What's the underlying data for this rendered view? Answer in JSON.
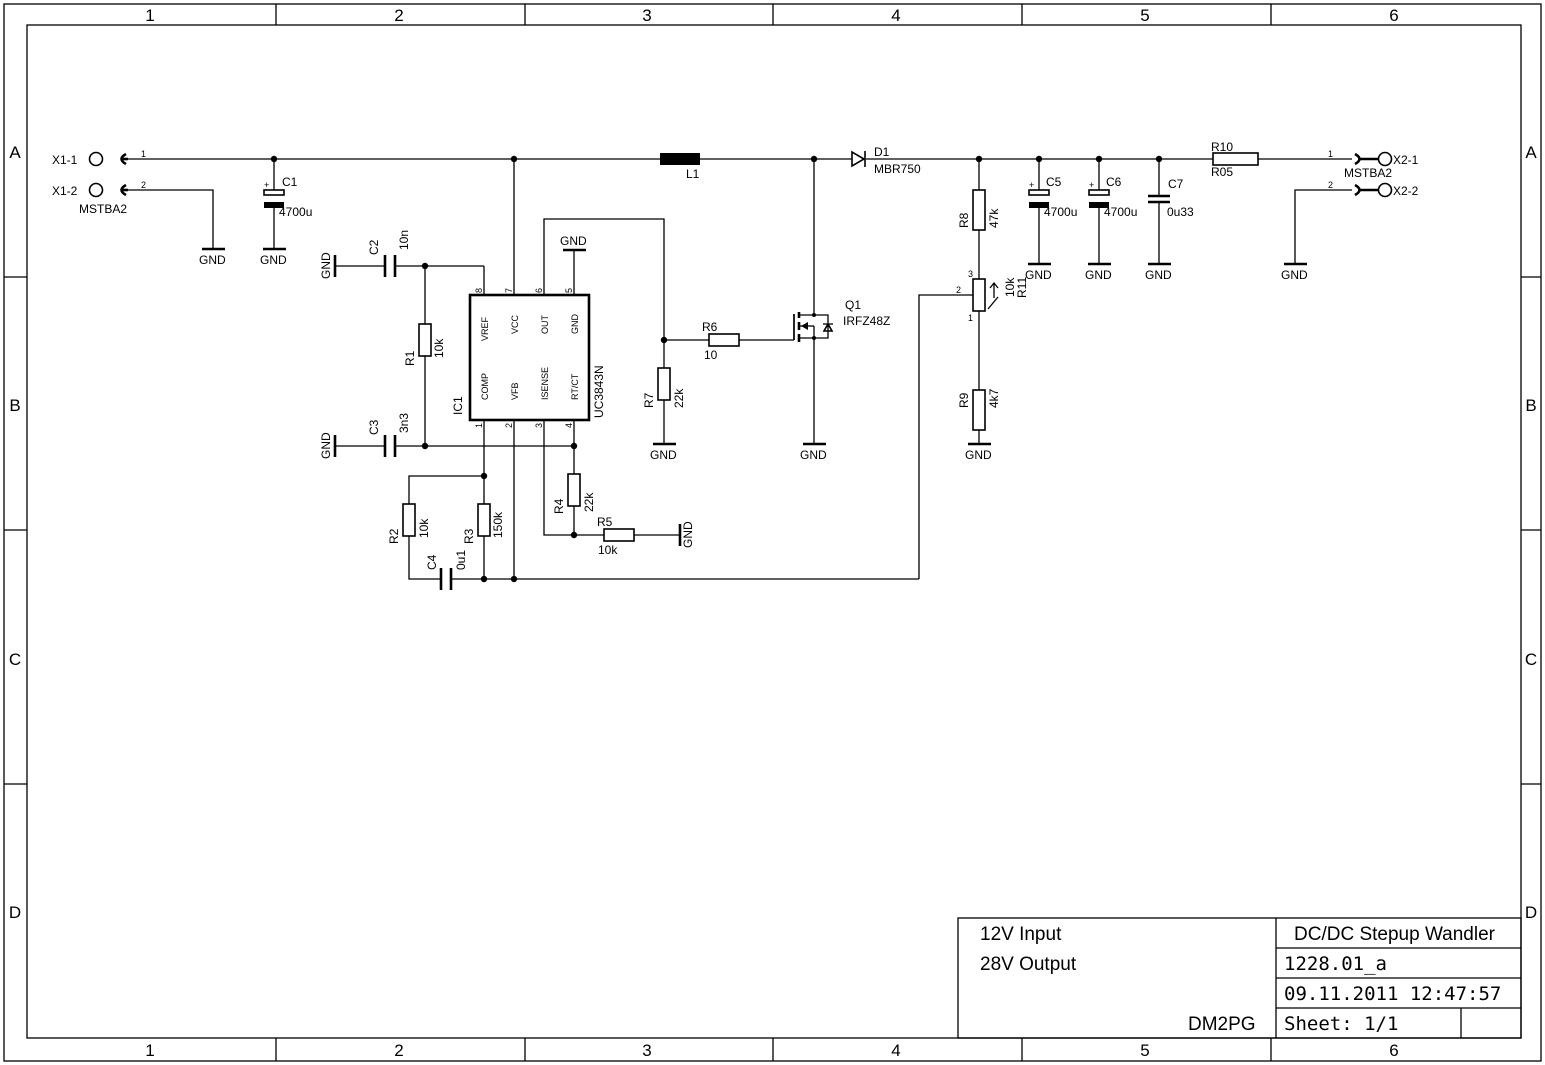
{
  "frame": {
    "columns": [
      "1",
      "2",
      "3",
      "4",
      "5",
      "6"
    ],
    "rows": [
      "A",
      "B",
      "C",
      "D"
    ]
  },
  "title_block": {
    "note1": "12V Input",
    "note2": "28V Output",
    "author": "DM2PG",
    "title": "DC/DC Stepup Wandler",
    "doc_number": "1228.01_a",
    "datetime": "09.11.2011 12:47:57",
    "sheet": "Sheet: 1/1"
  },
  "connectors": {
    "x1_1": "X1-1",
    "x1_2": "X1-2",
    "x1_type": "MSTBA2",
    "x2_1": "X2-1",
    "x2_2": "X2-2",
    "x2_type": "MSTBA2",
    "pin1": "1",
    "pin2": "2"
  },
  "gnd": "GND",
  "ic": {
    "name": "IC1",
    "part": "UC3843N",
    "pins_top": [
      {
        "num": "8",
        "label": "VREF"
      },
      {
        "num": "7",
        "label": "VCC"
      },
      {
        "num": "6",
        "label": "OUT"
      },
      {
        "num": "5",
        "label": "GND"
      }
    ],
    "pins_bottom": [
      {
        "num": "1",
        "label": "COMP"
      },
      {
        "num": "2",
        "label": "VFB"
      },
      {
        "num": "3",
        "label": "ISENSE"
      },
      {
        "num": "4",
        "label": "RT/CT"
      }
    ]
  },
  "components": {
    "C1": {
      "name": "C1",
      "value": "4700u"
    },
    "C2": {
      "name": "C2",
      "value": "10n"
    },
    "C3": {
      "name": "C3",
      "value": "3n3"
    },
    "C4": {
      "name": "C4",
      "value": "0u1"
    },
    "C5": {
      "name": "C5",
      "value": "4700u"
    },
    "C6": {
      "name": "C6",
      "value": "4700u"
    },
    "C7": {
      "name": "C7",
      "value": "0u33"
    },
    "R1": {
      "name": "R1",
      "value": "10k"
    },
    "R2": {
      "name": "R2",
      "value": "10k"
    },
    "R3": {
      "name": "R3",
      "value": "150k"
    },
    "R4": {
      "name": "R4",
      "value": "22k"
    },
    "R5": {
      "name": "R5",
      "value": "10k"
    },
    "R6": {
      "name": "R6",
      "value": "10"
    },
    "R7": {
      "name": "R7",
      "value": "22k"
    },
    "R8": {
      "name": "R8",
      "value": "47k"
    },
    "R9": {
      "name": "R9",
      "value": "4k7"
    },
    "R10": {
      "name": "R10",
      "value": "R05"
    },
    "R11": {
      "name": "R11",
      "value": "10k",
      "pin1": "1",
      "pin2": "2",
      "pin3": "3"
    },
    "L1": {
      "name": "L1"
    },
    "D1": {
      "name": "D1",
      "value": "MBR750"
    },
    "Q1": {
      "name": "Q1",
      "value": "IRFZ48Z"
    }
  },
  "plus_sign": "+"
}
